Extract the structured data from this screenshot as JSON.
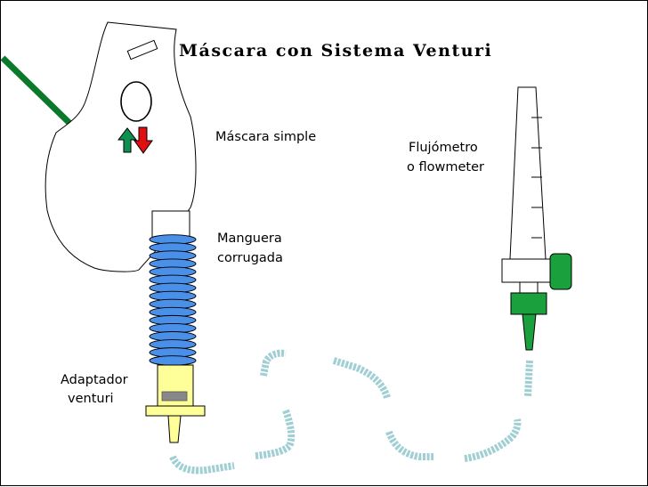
{
  "title": "Máscara con Sistema Venturi",
  "labels": {
    "mask": "Máscara simple",
    "flowmeter_line1": "Flujómetro",
    "flowmeter_line2": "o flowmeter",
    "hose_line1": "Manguera",
    "hose_line2": "corrugada",
    "adapter_line1": "Adaptador",
    "adapter_line2": "venturi"
  },
  "icons": {
    "inhale": "arrow-up-icon",
    "exhale": "arrow-down-icon"
  },
  "colors": {
    "hose": "#4a8fe8",
    "adapter": "#ffff99",
    "oxygen_tubing": "#9fcfd4",
    "flowmeter_green": "#1aa03c",
    "strap": "#0a7a2a",
    "inhale_arrow": "#109050",
    "exhale_arrow": "#e01010"
  }
}
